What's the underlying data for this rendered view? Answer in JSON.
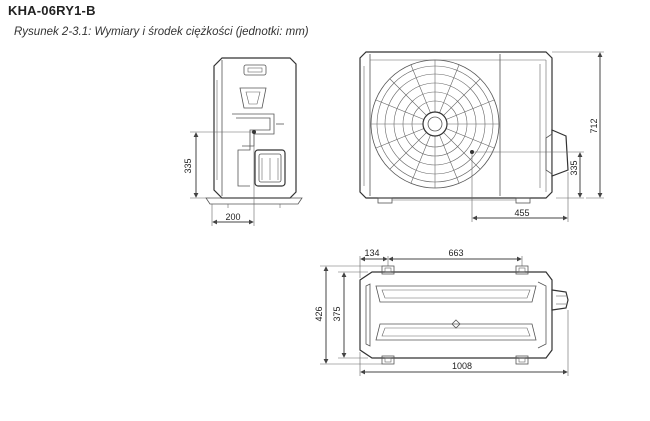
{
  "header": {
    "model": "KHA-06RY1-B",
    "caption": "Rysunek 2-3.1: Wymiary i środek ciężkości (jednotki: mm)"
  },
  "dimensions": {
    "side_height": "335",
    "side_depth": "200",
    "front_cg_height": "335",
    "front_total_height": "712",
    "front_cg_width": "455",
    "top_left_offset": "134",
    "top_foot_span": "663",
    "top_depth_outer": "426",
    "top_depth_inner": "375",
    "top_width": "1008"
  }
}
